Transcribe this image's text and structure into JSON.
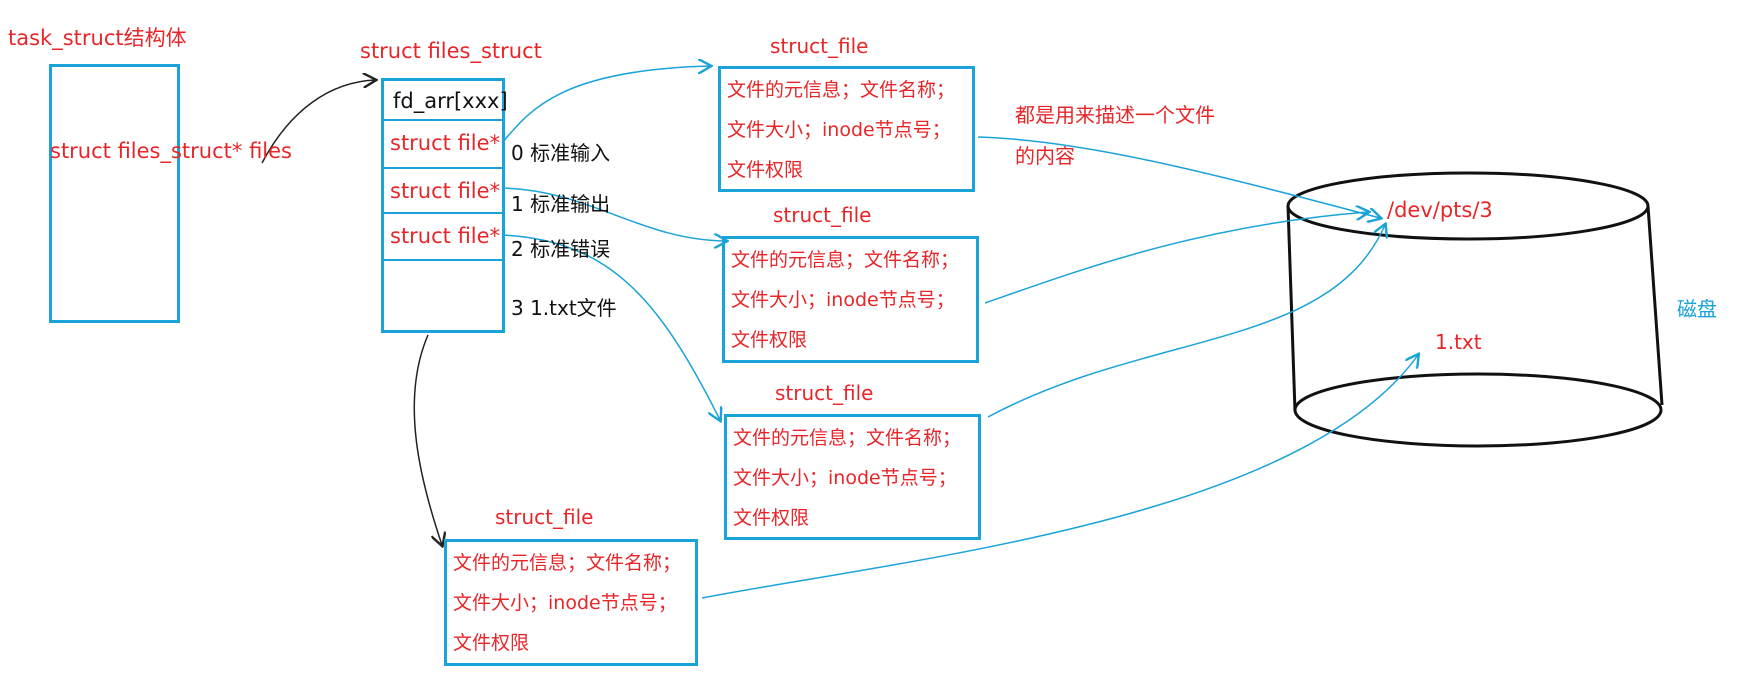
{
  "task_struct": {
    "title": "task_struct结构体",
    "field": "struct files_struct* files"
  },
  "files_struct": {
    "title": "struct files_struct",
    "header": "fd_arr[xxx]",
    "slots": [
      "struct file*",
      "struct file*",
      "struct file*",
      ""
    ]
  },
  "fd_labels": [
    "0  标准输入",
    "1  标准输出",
    "2  标准错误",
    "3  1.txt文件"
  ],
  "struct_files": [
    {
      "title": "struct_file",
      "lines": [
        "文件的元信息；文件名称；",
        "文件大小；inode节点号；",
        "文件权限"
      ]
    },
    {
      "title": "struct_file",
      "lines": [
        "文件的元信息；文件名称；",
        "文件大小；inode节点号；",
        "文件权限"
      ]
    },
    {
      "title": "struct_file",
      "lines": [
        "文件的元信息；文件名称；",
        "文件大小；inode节点号；",
        "文件权限"
      ]
    },
    {
      "title": "struct_file",
      "lines": [
        "文件的元信息；文件名称；",
        "文件大小；inode节点号；",
        "文件权限"
      ]
    }
  ],
  "note": {
    "line1": "都是用来描述一个文件",
    "line2": "的内容"
  },
  "disk": {
    "label": "磁盘",
    "dev": "/dev/pts/3",
    "file": "1.txt"
  },
  "colors": {
    "red": "#e8262a",
    "cyan": "#1aa3d8",
    "black": "#111111"
  }
}
